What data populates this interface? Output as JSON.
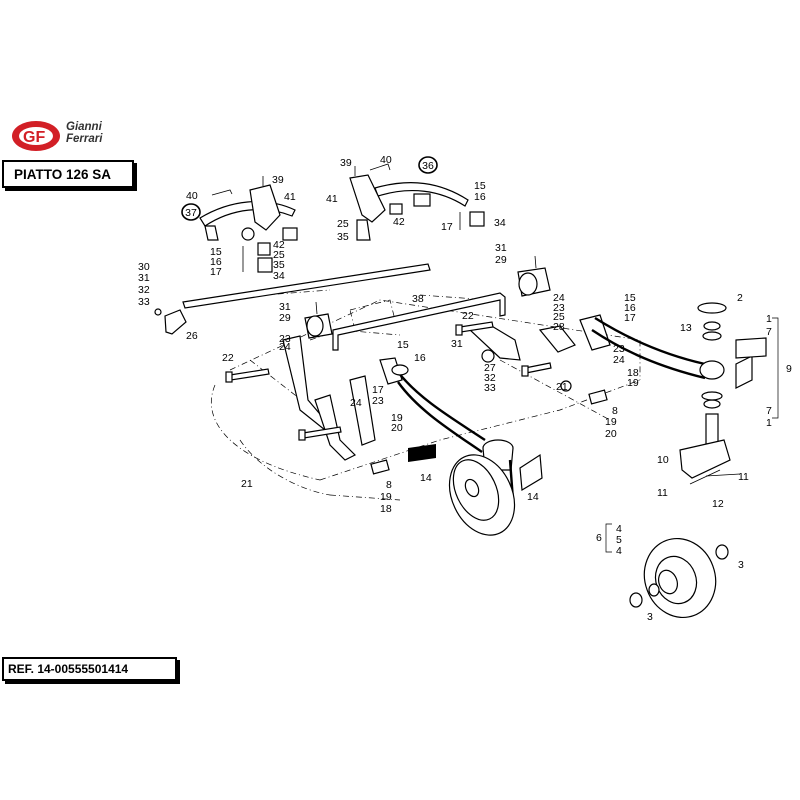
{
  "brand": {
    "logo_mark": "GF",
    "name_line1": "Gianni",
    "name_line2": "Ferrari",
    "color": "#d21f26"
  },
  "title": "PIATTO 126 SA",
  "reference": "REF. 14-00555501414",
  "callouts": [
    {
      "id": "c1",
      "text": "39"
    },
    {
      "id": "c2",
      "text": "40"
    },
    {
      "id": "c3",
      "text": "41"
    },
    {
      "id": "c4",
      "text": "37"
    },
    {
      "id": "c5",
      "text": "42"
    },
    {
      "id": "c6",
      "text": "25"
    },
    {
      "id": "c7",
      "text": "35"
    },
    {
      "id": "c8",
      "text": "34"
    },
    {
      "id": "c9",
      "text": "15"
    },
    {
      "id": "c10",
      "text": "16"
    },
    {
      "id": "c11",
      "text": "17"
    },
    {
      "id": "c12",
      "text": "39"
    },
    {
      "id": "c13",
      "text": "40"
    },
    {
      "id": "c14",
      "text": "36"
    },
    {
      "id": "c15",
      "text": "15"
    },
    {
      "id": "c16",
      "text": "16"
    },
    {
      "id": "c17",
      "text": "41"
    },
    {
      "id": "c18",
      "text": "42"
    },
    {
      "id": "c19",
      "text": "34"
    },
    {
      "id": "c20",
      "text": "25"
    },
    {
      "id": "c21",
      "text": "35"
    },
    {
      "id": "c22",
      "text": "17"
    },
    {
      "id": "c23",
      "text": "30"
    },
    {
      "id": "c24",
      "text": "31"
    },
    {
      "id": "c25",
      "text": "32"
    },
    {
      "id": "c26",
      "text": "33"
    },
    {
      "id": "c27",
      "text": "26"
    },
    {
      "id": "c28",
      "text": "31"
    },
    {
      "id": "c29",
      "text": "29"
    },
    {
      "id": "c30",
      "text": "38"
    },
    {
      "id": "c31",
      "text": "31"
    },
    {
      "id": "c32",
      "text": "29"
    },
    {
      "id": "c33",
      "text": "23"
    },
    {
      "id": "c34",
      "text": "24"
    },
    {
      "id": "c35",
      "text": "22"
    },
    {
      "id": "c36",
      "text": "22"
    },
    {
      "id": "c37",
      "text": "15"
    },
    {
      "id": "c38",
      "text": "16"
    },
    {
      "id": "c39",
      "text": "31"
    },
    {
      "id": "c40",
      "text": "27"
    },
    {
      "id": "c41",
      "text": "32"
    },
    {
      "id": "c42",
      "text": "33"
    },
    {
      "id": "c43",
      "text": "24"
    },
    {
      "id": "c44",
      "text": "23"
    },
    {
      "id": "c45",
      "text": "25"
    },
    {
      "id": "c46",
      "text": "28"
    },
    {
      "id": "c47",
      "text": "15"
    },
    {
      "id": "c48",
      "text": "16"
    },
    {
      "id": "c49",
      "text": "17"
    },
    {
      "id": "c50",
      "text": "2"
    },
    {
      "id": "c51",
      "text": "13"
    },
    {
      "id": "c52",
      "text": "1"
    },
    {
      "id": "c53",
      "text": "7"
    },
    {
      "id": "c54",
      "text": "9"
    },
    {
      "id": "c55",
      "text": "23"
    },
    {
      "id": "c56",
      "text": "24"
    },
    {
      "id": "c57",
      "text": "18"
    },
    {
      "id": "c58",
      "text": "19"
    },
    {
      "id": "c59",
      "text": "21"
    },
    {
      "id": "c60",
      "text": "8"
    },
    {
      "id": "c61",
      "text": "19"
    },
    {
      "id": "c62",
      "text": "20"
    },
    {
      "id": "c63",
      "text": "17"
    },
    {
      "id": "c64",
      "text": "23"
    },
    {
      "id": "c65",
      "text": "24"
    },
    {
      "id": "c66",
      "text": "19"
    },
    {
      "id": "c67",
      "text": "20"
    },
    {
      "id": "c68",
      "text": "7"
    },
    {
      "id": "c69",
      "text": "1"
    },
    {
      "id": "c70",
      "text": "10"
    },
    {
      "id": "c71",
      "text": "11"
    },
    {
      "id": "c72",
      "text": "11"
    },
    {
      "id": "c73",
      "text": "12"
    },
    {
      "id": "c74",
      "text": "21"
    },
    {
      "id": "c75",
      "text": "8"
    },
    {
      "id": "c76",
      "text": "19"
    },
    {
      "id": "c77",
      "text": "18"
    },
    {
      "id": "c78",
      "text": "14"
    },
    {
      "id": "c79",
      "text": "14"
    },
    {
      "id": "c80",
      "text": "6"
    },
    {
      "id": "c81",
      "text": "4"
    },
    {
      "id": "c82",
      "text": "5"
    },
    {
      "id": "c83",
      "text": "4"
    },
    {
      "id": "c84",
      "text": "3"
    },
    {
      "id": "c85",
      "text": "3"
    }
  ]
}
